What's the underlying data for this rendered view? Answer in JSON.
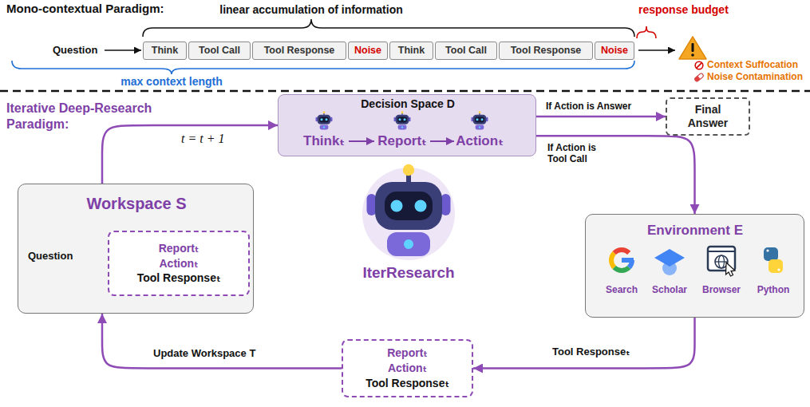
{
  "diagram": {
    "nodes": [
      {
        "text": [
          "Think"
        ]
      },
      {
        "text": [
          "Tool Call"
        ]
      },
      {
        "text": [
          "Tool Response"
        ]
      },
      {
        "text": [
          "Noise"
        ]
      },
      {
        "text": [
          "Think"
        ]
      },
      {
        "text": [
          "Tool Call"
        ]
      },
      {
        "text": [
          "Tool Response"
        ]
      },
      {
        "text": [
          "Noise"
        ]
      },
      {
        "text": [
          "Decision Space D",
          "Thinkₜ",
          "Reportₜ",
          "Actionₜ"
        ]
      },
      {
        "text": [
          "Final Answer"
        ]
      },
      {
        "text": [
          "Environment E",
          "Search",
          "Scholar",
          "Browser",
          "Python"
        ]
      },
      {
        "text": [
          "Reportₜ",
          "Actionₜ",
          "Tool Responseₜ"
        ]
      },
      {
        "text": [
          "Workspace S",
          "Question"
        ]
      },
      {
        "text": [
          "Reportₜ",
          "Actionₜ",
          "Tool Responseₜ"
        ],
        "in": 12
      }
    ],
    "edges": [
      {
        "from": 8,
        "to": 9,
        "arrow": "to",
        "label": "If Action is Answer"
      },
      {
        "from": 8,
        "to": 10,
        "arrow": "to",
        "label": "If Action is Tool Call"
      },
      {
        "from": 10,
        "to": 11,
        "arrow": "to",
        "label": "Tool Responseₜ"
      },
      {
        "from": 11,
        "to": 12,
        "arrow": "to",
        "label": "Update Workspace T"
      },
      {
        "from": 12,
        "to": 8,
        "arrow": "to",
        "label": "t = t + 1"
      }
    ],
    "labels": [
      "Mono-contextual Paradigm:",
      "linear accumulation of information",
      "response budget",
      "Question",
      "max context length",
      "Context Suffocation",
      "Noise Contamination",
      "Iterative Deep-Research Paradigm:",
      "IterResearch"
    ]
  }
}
